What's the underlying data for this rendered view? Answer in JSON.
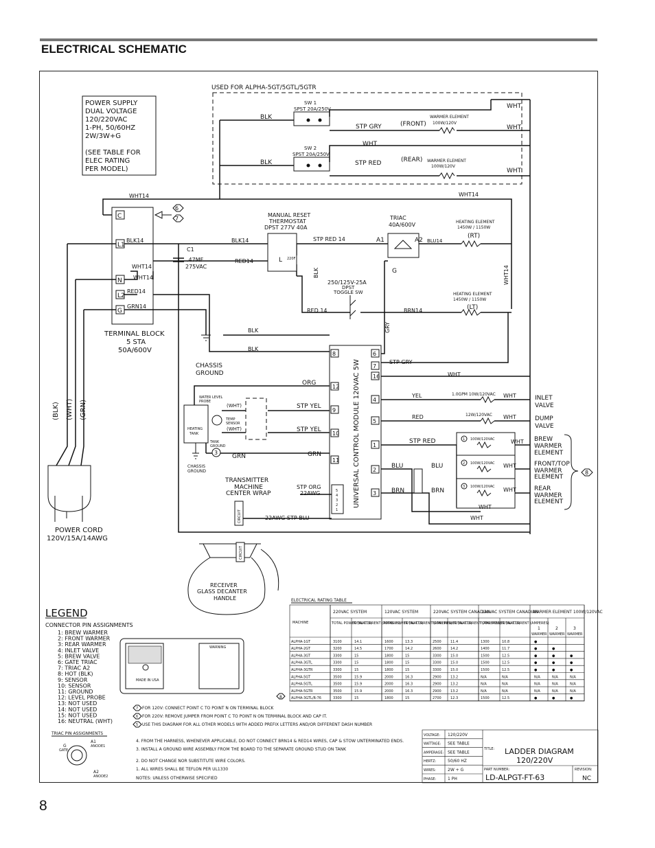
{
  "page": {
    "title": "ELECTRICAL SCHEMATIC",
    "page_number": "8"
  },
  "power_supply": {
    "lines": [
      "POWER SUPPLY",
      "DUAL VOLTAGE",
      "120/220VAC",
      "1-PH, 50/60HZ",
      "2W/3W+G",
      "(SEE TABLE FOR",
      "ELEC RATING",
      "PER MODEL)"
    ]
  },
  "warmer_section": {
    "title": "USED FOR ALPHA-5GT/5GTL/5GTR",
    "sw1": [
      "SW 1",
      "SPST 20A/250V"
    ],
    "sw2": [
      "SW 2",
      "SPST 20A/250V"
    ],
    "front": "(FRONT)",
    "rear": "(REAR)",
    "elem1": [
      "WARMER ELEMENT",
      "100W/120V"
    ],
    "elem2": [
      "WARMER ELEMENT",
      "100W/120V"
    ],
    "blk1": "BLK",
    "blk2": "BLK",
    "stpgry": "STP GRY",
    "stpred": "STP RED",
    "wht1": "WHT",
    "wht2": "WHT",
    "wht3": "WHT",
    "wht4": "WHT",
    "wht_mid": "WHT"
  },
  "terminal_block": {
    "label": [
      "TERMINAL BLOCK",
      "5 STA",
      "50A/600V"
    ],
    "terms": [
      "C",
      "L1",
      "N",
      "L2",
      "G"
    ],
    "wires": [
      "BLK14",
      "WHT14",
      "WHT14",
      "RED14",
      "GRN14"
    ],
    "wht14_top": "WHT14",
    "wht14_right": "WHT14"
  },
  "notes_ref": {
    "n6": "6",
    "n7": "7",
    "n8": "8",
    "n3": "3"
  },
  "capacitor": {
    "name": "C1",
    "value": [
      ".47MF",
      "275VAC"
    ]
  },
  "thermostat": {
    "label": [
      "MANUAL RESET",
      "THERMOSTAT",
      "DPST 277V 40A"
    ],
    "l": "L",
    "temp": "220F"
  },
  "triac": {
    "label": [
      "TRIAC",
      "40A/600V"
    ],
    "a1": "A1",
    "a2": "A2",
    "g": "G"
  },
  "heat1": {
    "label": [
      "HEATING ELEMENT",
      "1450W / 1150W"
    ],
    "pos": "(RT)"
  },
  "heat2": {
    "label": [
      "HEATING ELEMENT",
      "1450W / 1150W"
    ],
    "pos": "(LT)"
  },
  "toggle": {
    "label": [
      "250/125V-25A",
      "DPST",
      "TOGGLE SW"
    ]
  },
  "wires": {
    "blk14": "BLK14",
    "stpred14": "STP RED 14",
    "blu14": "BLU14",
    "red14": "RED14",
    "blk_v": "BLK",
    "red14b": "RED 14",
    "brn14": "BRN14",
    "gry": "GRY",
    "blk_a": "BLK",
    "blk_b": "BLK",
    "stpgry": "STP GRY",
    "wht_a": "WHT",
    "org": "ORG",
    "stpyel1": "STP YEL",
    "stpyel2": "STP YEL",
    "grn1": "GRN",
    "grn2": "GRN",
    "stporg": [
      "STP ORG",
      "22AWG"
    ],
    "stpblu": "22AWG STP BLU",
    "yel": "YEL",
    "red": "RED",
    "stpred": "STP RED",
    "blu1": "BLU",
    "blu2": "BLU",
    "brn1": "BRN",
    "brn2": "BRN",
    "wht_b": "WHT",
    "wht_c": "WHT",
    "whtv1": "WHT",
    "whtv2": "WHT",
    "whtv3": "WHT",
    "whtv4": "WHT",
    "whtv5": "WHT",
    "wht_d": "WHT",
    "wht_e": "WHT",
    "wht_cl": "(WHT)",
    "wht_cl2": "(WHT)"
  },
  "chassis": {
    "ground1": [
      "CHASSIS",
      "GROUND"
    ],
    "ground2": [
      "CHASSIS",
      "GROUND"
    ],
    "tank_ground": [
      "TANK",
      "GROUND"
    ]
  },
  "cord": {
    "colors": [
      "(BLK)",
      "(WHT)",
      "(GRN)"
    ],
    "label": [
      "POWER CORD",
      "120V/15A/14AWG"
    ]
  },
  "module": {
    "label": "UNIVERSAL CONTROL MODULE 120VAC 5W",
    "pins": [
      "8",
      "6",
      "7",
      "16",
      "12",
      "9",
      "10",
      "11",
      "4",
      "5",
      "1",
      "2",
      "3"
    ]
  },
  "tank": {
    "probe": [
      "WATER LEVEL",
      "PROBE"
    ],
    "sensor": [
      "TEMP",
      "SENSOR"
    ],
    "tank": [
      "HEATING",
      "TANK"
    ]
  },
  "transmitter": {
    "label": [
      "TRANSMITTER",
      "MACHINE",
      "CENTER WRAP"
    ],
    "circuit": "CIRCUIT",
    "pins": [
      "5",
      "4",
      "3",
      "2",
      "1"
    ]
  },
  "receiver": {
    "label": [
      "RECEIVER",
      "GLASS DECANTER",
      "HANDLE"
    ],
    "circuit": "CIRCUIT"
  },
  "valves": {
    "inlet": [
      "1.0GPM 10W/120VAC",
      "INLET",
      "VALVE"
    ],
    "dump": [
      "12W/120VAC",
      "DUMP",
      "VALVE"
    ]
  },
  "warmers": {
    "w1": "100W/120VAC",
    "w2": "100W/120VAC",
    "w3": "100W/120VAC",
    "brew": [
      "BREW",
      "WARMER",
      "ELEMENT"
    ],
    "front": [
      "FRONT/TOP",
      "WARMER",
      "ELEMENT"
    ],
    "rear": [
      "REAR",
      "WARMER",
      "ELEMENT"
    ]
  },
  "legend": {
    "title": "LEGEND",
    "subtitle": "CONNECTOR PIN ASSIGNMENTS",
    "items": [
      "1: BREW WARMER",
      "2: FRONT WARMER",
      "3: REAR WARMER",
      "4: INLET VALVE",
      "5: BREW VALVE",
      "6: GATE TRIAC",
      "7: TRIAC A2",
      "8: HOT (BLK)",
      "9: SENSOR",
      "10: SENSOR",
      "11: GROUND",
      "12: LEVEL PROBE",
      "13: NOT USED",
      "14: NOT USED",
      "15: NOT USED",
      "16: NEUTRAL (WHT)"
    ]
  },
  "board": {
    "warning": "WARNING",
    "made": "MADE IN USA"
  },
  "triac_pins": {
    "title": "TRIAC PIN ASSIGNMENTS",
    "g": [
      "G",
      "GATE"
    ],
    "a1": [
      "A1",
      "ANODE1"
    ],
    "a2": [
      "A2",
      "ANODE2"
    ]
  },
  "rating_table": {
    "title": "ELECTRICAL RATING TABLE",
    "groups": [
      "220VAC SYSTEM",
      "120VAC SYSTEM",
      "220VAC SYSTEM CANADIAN",
      "120VAC SYSTEM CANADIAN",
      "WARMER ELEMENT 100W/120VAC"
    ],
    "subheads": [
      "TOTAL POWER (WATTS)",
      "TOTAL CURRENT (AMPERES)"
    ],
    "machine": "MACHINE",
    "warmer_heads": [
      "1",
      "2",
      "3"
    ],
    "warmer_sub": "WARMER",
    "rows": [
      [
        "ALPHA-1GT",
        "3100",
        "14.1",
        "1600",
        "13.3",
        "2500",
        "11.4",
        "1300",
        "10.8",
        "●",
        "",
        ""
      ],
      [
        "ALPHA-2GT",
        "3200",
        "14.5",
        "1700",
        "14.2",
        "2600",
        "14.2",
        "1400",
        "11.7",
        "●",
        "●",
        ""
      ],
      [
        "ALPHA-3GT",
        "3300",
        "15",
        "1800",
        "15",
        "3300",
        "15.0",
        "1500",
        "12.5",
        "●",
        "●",
        "●"
      ],
      [
        "ALPHA-3GTL",
        "3300",
        "15",
        "1800",
        "15",
        "3300",
        "15.0",
        "1500",
        "12.5",
        "●",
        "●",
        "●"
      ],
      [
        "ALPHA-3GTR",
        "3300",
        "15",
        "1800",
        "15",
        "3300",
        "15.0",
        "1500",
        "12.5",
        "●",
        "●",
        "●"
      ],
      [
        "ALPHA-5GT",
        "3500",
        "15.9",
        "2000",
        "16.3",
        "2900",
        "13.2",
        "N/A",
        "N/A",
        "N/A",
        "N/A",
        "N/A"
      ],
      [
        "ALPHA-5GTL",
        "3500",
        "15.9",
        "2000",
        "16.3",
        "2900",
        "13.2",
        "N/A",
        "N/A",
        "N/A",
        "N/A",
        "N/A"
      ],
      [
        "ALPHA-5GTR",
        "3500",
        "15.9",
        "2000",
        "16.3",
        "2900",
        "13.2",
        "N/A",
        "N/A",
        "N/A",
        "N/A",
        "N/A"
      ],
      [
        "ALPHA-3GTL/R-76",
        "3300",
        "15",
        "1800",
        "15",
        "2700",
        "12.3",
        "1500",
        "12.5",
        "●",
        "●",
        "●"
      ]
    ]
  },
  "notes": {
    "n7": "FOR 120V: CONNECT POINT C TO POINT N ON TERMINAL BLOCK",
    "n6": "FOR 220V: REMOVE JUMPER FROM POINT C TO POINT N ON TERMINAL BLOCK AND CAP IT.",
    "n5": "USE THIS DIAGRAM FOR ALL OTHER MODELS WITH ADDED PREFIX LETTERS AND/OR DIFFERENT DASH NUMBER",
    "l4": "4. FROM THE HARNESS, WHENEVER APPLICABLE, DO NOT CONNECT BRN14 & RED14 WIRES, CAP & STOW UNTERMINATED ENDS.",
    "l3": "3. INSTALL A GROUND WIRE ASSEMBLY FROM THE BOARD TO THE SEPARATE GROUND STUD ON TANK",
    "l2": "2. DO NOT CHANGE NOR SUBSTITUTE WIRE COLORS.",
    "l1": "1. ALL WIRES SHALL BE TEFLON PER UL1330",
    "l0": "NOTES: UNLESS OTHERWISE SPECIFIED"
  },
  "title_block": {
    "rows": [
      [
        "VOLTAGE:",
        "120/220V"
      ],
      [
        "WATTAGE:",
        "SEE TABLE"
      ],
      [
        "AMPERAGE:",
        "SEE TABLE"
      ],
      [
        "HERTZ:",
        "50/60 HZ"
      ],
      [
        "WIRES:",
        "2W + G"
      ],
      [
        "PHASE:",
        "1 PH"
      ]
    ],
    "title_label": "TITLE:",
    "title": [
      "LADDER DIAGRAM",
      "120/220V"
    ],
    "part_label": "PART NUMBER:",
    "part": "LD-ALPGT-FT-63",
    "rev_label": "REVISION:",
    "rev": "NC"
  }
}
